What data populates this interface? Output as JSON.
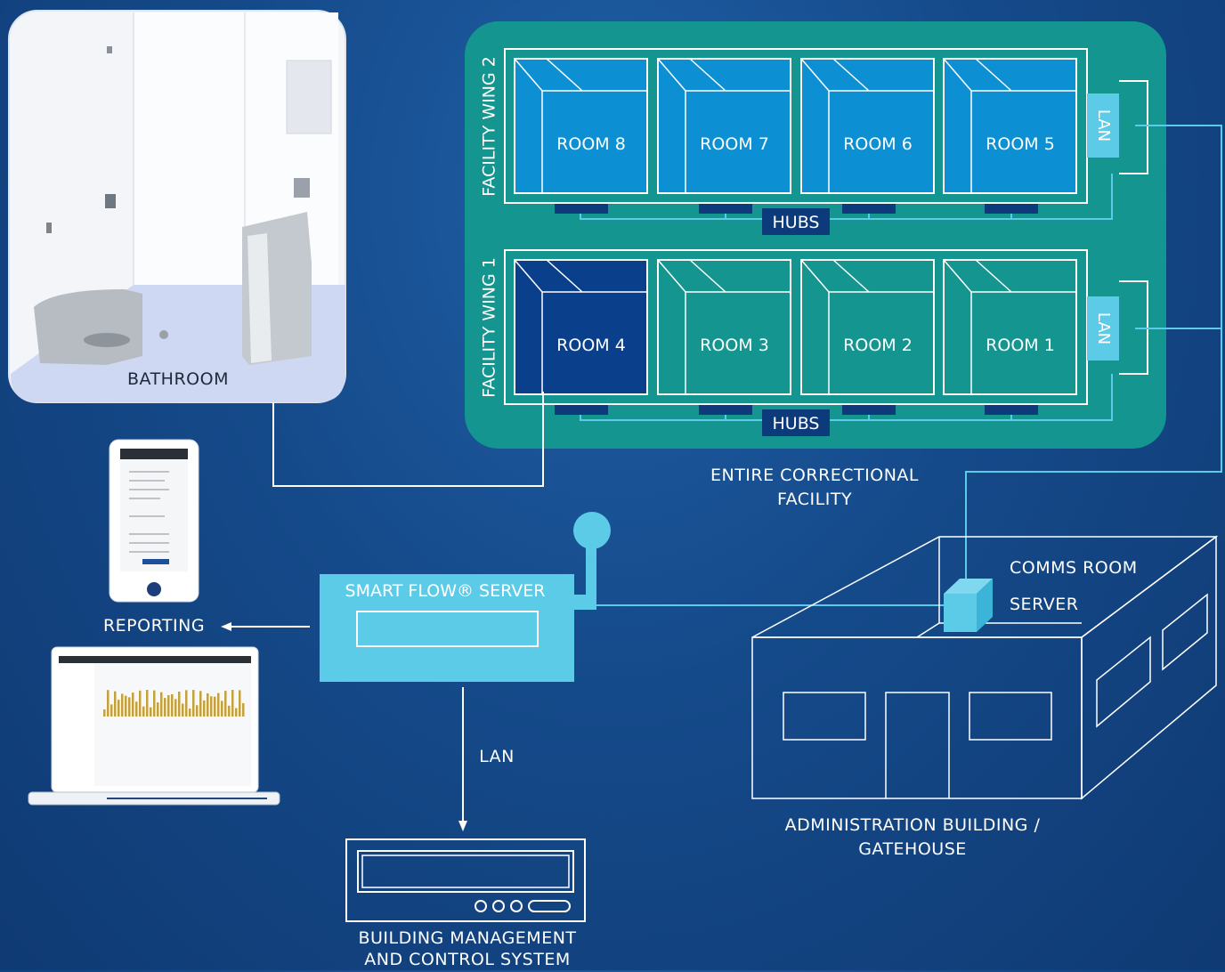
{
  "bathroom": {
    "label": "BATHROOM"
  },
  "facility": {
    "caption_line1": "ENTIRE CORRECTIONAL",
    "caption_line2": "FACILITY",
    "wing2": {
      "label": "FACILITY WING 2",
      "rooms": [
        "ROOM 8",
        "ROOM 7",
        "ROOM 6",
        "ROOM 5"
      ],
      "lan_label": "LAN",
      "hubs_label": "HUBS"
    },
    "wing1": {
      "label": "FACILITY WING 1",
      "rooms": [
        "ROOM 4",
        "ROOM 3",
        "ROOM 2",
        "ROOM 1"
      ],
      "lan_label": "LAN",
      "hubs_label": "HUBS"
    }
  },
  "reporting": {
    "label": "REPORTING"
  },
  "server": {
    "label": "SMART FLOW® SERVER"
  },
  "lan_label": "LAN",
  "bms": {
    "line1": "BUILDING MANAGEMENT",
    "line2": "AND CONTROL SYSTEM"
  },
  "admin": {
    "comms_room": "COMMS ROOM",
    "server": "SERVER",
    "line1": "ADMINISTRATION BUILDING /",
    "line2": "GATEHOUSE"
  },
  "colors": {
    "background": "#154a8a",
    "facility_panel": "#14958f",
    "wing2_rooms": "#0d8fd4",
    "highlight_room": "#0a3f8c",
    "server_box": "#5ccbe8",
    "hub": "#0d3a7a"
  }
}
